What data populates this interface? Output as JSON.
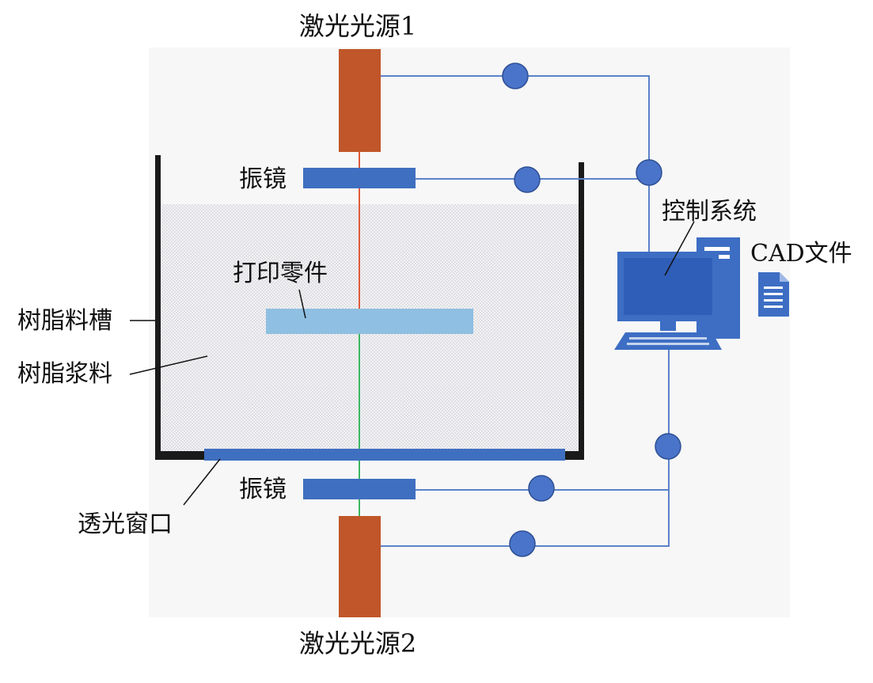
{
  "labels": {
    "laser_source_1": "激光光源1",
    "laser_source_2": "激光光源2",
    "galvo_mirror_top": "振镜",
    "galvo_mirror_bottom": "振镜",
    "printed_part": "打印零件",
    "resin_tank": "树脂料槽",
    "resin_slurry": "树脂浆料",
    "transparent_window": "透光窗口",
    "control_system": "控制系统",
    "cad_file": "CAD文件"
  },
  "colors": {
    "laser_source": "#c0562a",
    "galvo_mirror": "#3f6fc0",
    "printed_part": "#8fbfe2",
    "window": "#3f6fc0",
    "tank_wall": "#1a1a1a",
    "resin_fill": "#e8e8ec",
    "beam_top": "#e05a3a",
    "beam_bottom": "#3cb860",
    "wire": "#5b82c9",
    "connector": "#4a74c9",
    "computer": "#3d6ec4",
    "background_panel": "#f7f7f7"
  },
  "icons": [
    "computer-icon",
    "document-icon"
  ]
}
